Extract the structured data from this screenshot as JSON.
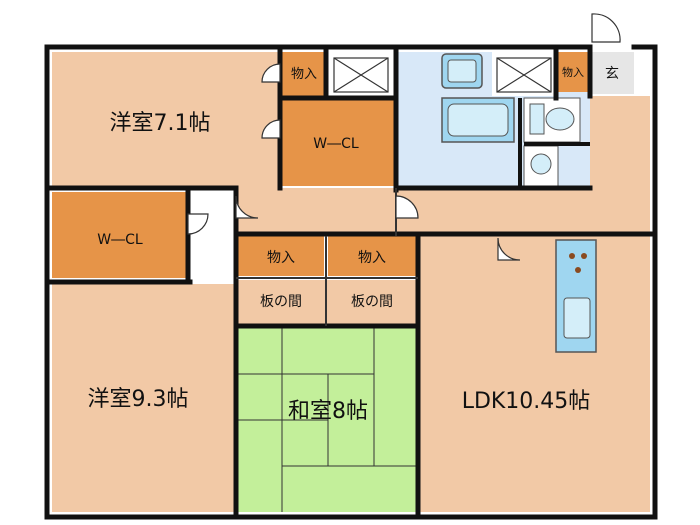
{
  "rooms": {
    "western_7": "洋室7.1帖",
    "western_9": "洋室9.3帖",
    "washitsu": "和室8帖",
    "ldk": "LDK10.45帖",
    "wcl_top": "W―CL",
    "wcl_left": "W―CL",
    "closet_top_a": "物入",
    "closet_top_b": "物入",
    "closet_mid_a": "物入",
    "closet_mid_b": "物入",
    "itanoma_a": "板の間",
    "itanoma_b": "板の間",
    "genkan": "玄"
  },
  "colors": {
    "room": "#f2c9a6",
    "closet": "#e69448",
    "tatami": "#c3ef9a",
    "wet": "#d8e8f8",
    "wall": "#111111",
    "fixture": "#9fd6f0"
  }
}
